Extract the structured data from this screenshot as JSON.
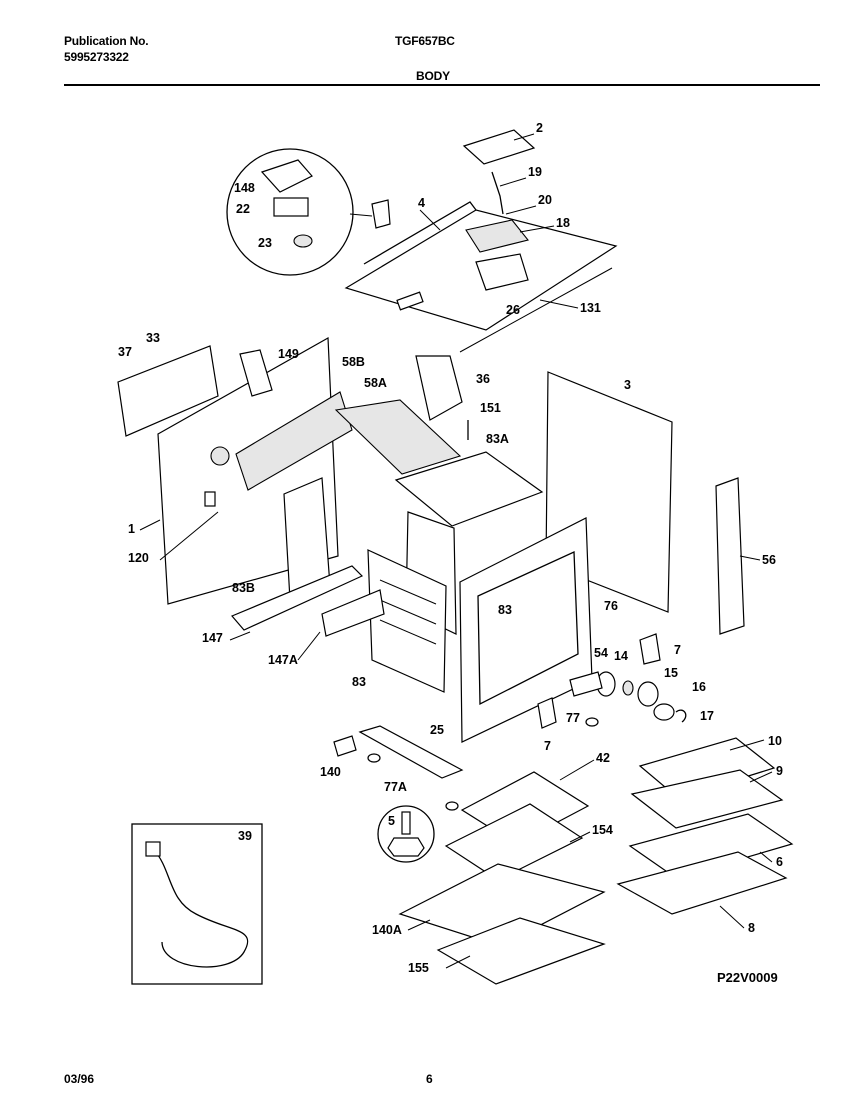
{
  "header": {
    "publication_label": "Publication No.",
    "publication_number": "5995273322",
    "model": "TGF657BC",
    "section": "BODY"
  },
  "figure_code": "P22V0009",
  "footer": {
    "date": "03/96",
    "page": "6"
  },
  "callouts": {
    "c2": "2",
    "c19": "19",
    "c20": "20",
    "c18": "18",
    "c4": "4",
    "c26": "26",
    "c131": "131",
    "c148": "148",
    "c22": "22",
    "c23": "23",
    "c33": "33",
    "c37": "37",
    "c149": "149",
    "c58B": "58B",
    "c58A": "58A",
    "c36": "36",
    "c151": "151",
    "c83A": "83A",
    "c3": "3",
    "c1": "1",
    "c120": "120",
    "c83B": "83B",
    "c56": "56",
    "c147": "147",
    "c147A": "147A",
    "c83a": "83",
    "c76": "76",
    "c7a": "7",
    "c54": "54",
    "c14": "14",
    "c15": "15",
    "c16": "16",
    "c17": "17",
    "c83b": "83",
    "c25": "25",
    "c77": "77",
    "c7b": "7",
    "c140": "140",
    "c77A": "77A",
    "c10": "10",
    "c9": "9",
    "c42": "42",
    "c5": "5",
    "c154": "154",
    "c39": "39",
    "c6": "6",
    "c140A": "140A",
    "c8": "8",
    "c155": "155"
  }
}
